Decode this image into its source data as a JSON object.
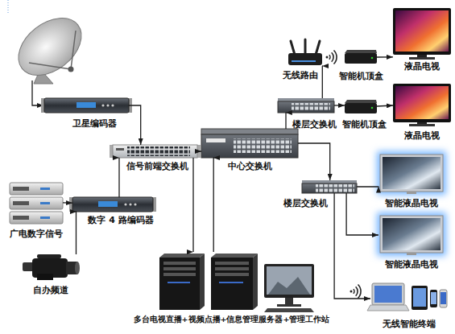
{
  "diagram": {
    "nodes": [
      {
        "text": [
          "卫星编码器"
        ]
      },
      {
        "text": [
          "无线路由"
        ]
      },
      {
        "text": [
          "智能机顶盒"
        ]
      },
      {
        "text": [
          "液晶电视"
        ]
      },
      {
        "text": [
          "楼层交换机"
        ]
      },
      {
        "text": [
          "智能机顶盒"
        ]
      },
      {
        "text": [
          "液晶电视"
        ]
      },
      {
        "text": [
          "信号前端交换机"
        ]
      },
      {
        "text": [
          "中心交换机"
        ]
      },
      {
        "text": [
          "广电数字信号"
        ]
      },
      {
        "text": [
          "数字 4 路编码器"
        ]
      },
      {
        "text": [
          "楼层交换机"
        ]
      },
      {
        "text": [
          "智能液晶电视"
        ]
      },
      {
        "text": [
          "智能液晶电视"
        ]
      },
      {
        "text": [
          "自办频道"
        ]
      },
      {
        "text": [
          "多台电视直播+视频点播+信息管理服务器+管理工作站"
        ]
      },
      {
        "text": [
          "无线智能终端"
        ]
      }
    ],
    "edges": [
      {
        "from": 0,
        "to": 7,
        "arrow": "to"
      },
      {
        "from": 9,
        "to": 10,
        "arrow": "to"
      },
      {
        "from": 14,
        "to": 10,
        "arrow": "to"
      },
      {
        "from": 10,
        "to": 7,
        "arrow": "to"
      },
      {
        "from": 7,
        "to": 8,
        "arrow": "to"
      },
      {
        "from": 7,
        "to": 15,
        "arrow": "to"
      },
      {
        "from": 15,
        "to": 8,
        "arrow": "to"
      },
      {
        "from": 8,
        "to": 4,
        "arrow": "to"
      },
      {
        "from": 8,
        "to": 11,
        "arrow": "to"
      },
      {
        "from": 4,
        "to": 1,
        "arrow": "to"
      },
      {
        "from": 4,
        "to": 5,
        "arrow": "to"
      },
      {
        "from": 2,
        "to": 3,
        "arrow": "to"
      },
      {
        "from": 5,
        "to": 6,
        "arrow": "to"
      },
      {
        "from": 11,
        "to": 12,
        "arrow": "to"
      },
      {
        "from": 11,
        "to": 13,
        "arrow": "to"
      },
      {
        "from": 11,
        "to": 16,
        "arrow": "to"
      }
    ]
  }
}
